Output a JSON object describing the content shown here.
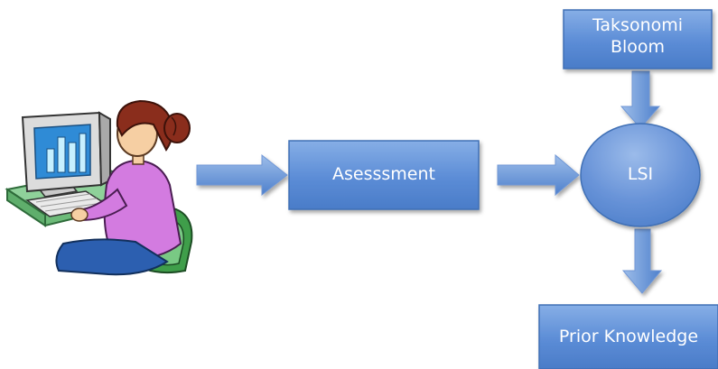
{
  "diagram": {
    "nodes": {
      "assessment": {
        "label": "Asesssment"
      },
      "taksonomi": {
        "line1": "Taksonomi",
        "line2": "Bloom"
      },
      "lsi": {
        "label": "LSI"
      },
      "prior": {
        "label": "Prior Knowledge"
      }
    },
    "icons": {
      "user": "person-at-computer-icon"
    },
    "colors": {
      "box_top": "#7fa8e0",
      "box_bottom": "#4c7fcb",
      "border": "#3a6aae",
      "text": "#ffffff"
    }
  }
}
